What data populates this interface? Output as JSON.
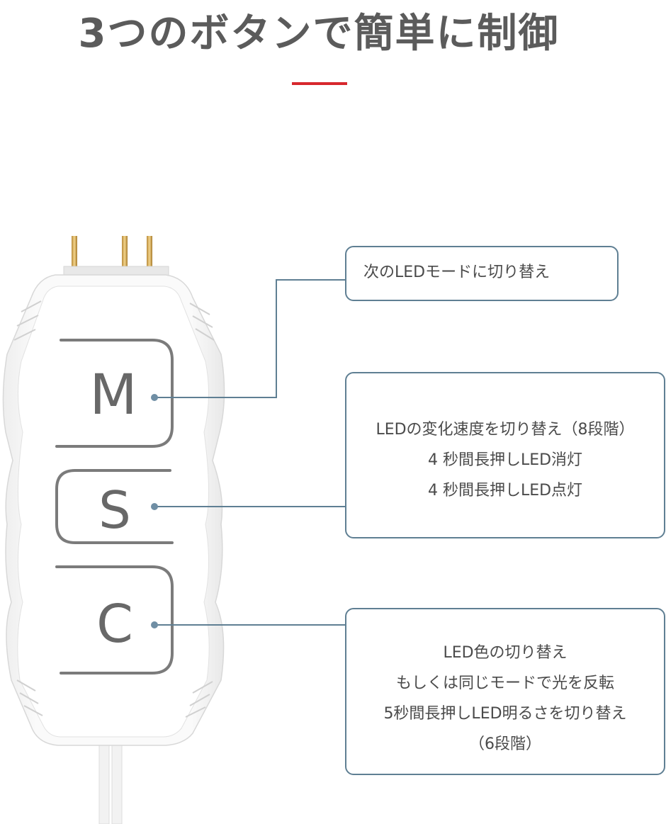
{
  "header": {
    "title": "3つのボタンで簡単に制御"
  },
  "device": {
    "buttons": [
      {
        "letter": "M"
      },
      {
        "letter": "S"
      },
      {
        "letter": "C"
      }
    ]
  },
  "callouts": {
    "m": {
      "lines": [
        "次のLEDモードに切り替え"
      ]
    },
    "s": {
      "lines": [
        "LEDの変化速度を切り替え（8段階）",
        "4 秒間長押しLED消灯",
        "4 秒間長押しLED点灯"
      ]
    },
    "c": {
      "lines": [
        "LED色の切り替え",
        "もしくは同じモードで光を反転",
        "5秒間長押しLED明るさを切り替え",
        "（6段階）"
      ]
    }
  },
  "colors": {
    "accent_rule": "#d7282d",
    "connector": "#5f7f93",
    "button_text": "#686868"
  }
}
